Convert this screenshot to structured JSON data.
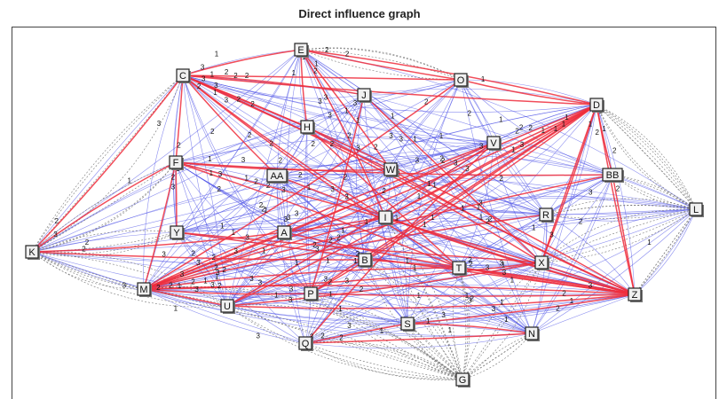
{
  "title": "Direct influence graph",
  "colors": {
    "weak_edge": "#4b50e6",
    "strong_edge": "#ee2d3c",
    "dashed_edge": "#777777",
    "node_fill": "#f0f0f0"
  },
  "nodes": [
    {
      "id": "E"
    },
    {
      "id": "C"
    },
    {
      "id": "J"
    },
    {
      "id": "O"
    },
    {
      "id": "D"
    },
    {
      "id": "H"
    },
    {
      "id": "V"
    },
    {
      "id": "F"
    },
    {
      "id": "AA"
    },
    {
      "id": "W"
    },
    {
      "id": "BB"
    },
    {
      "id": "L"
    },
    {
      "id": "R"
    },
    {
      "id": "I"
    },
    {
      "id": "Y"
    },
    {
      "id": "A"
    },
    {
      "id": "K"
    },
    {
      "id": "B"
    },
    {
      "id": "T"
    },
    {
      "id": "X"
    },
    {
      "id": "M"
    },
    {
      "id": "P"
    },
    {
      "id": "U"
    },
    {
      "id": "Z"
    },
    {
      "id": "S"
    },
    {
      "id": "N"
    },
    {
      "id": "Q"
    },
    {
      "id": "G"
    }
  ],
  "edge_labels": [
    "1",
    "2",
    "3"
  ]
}
